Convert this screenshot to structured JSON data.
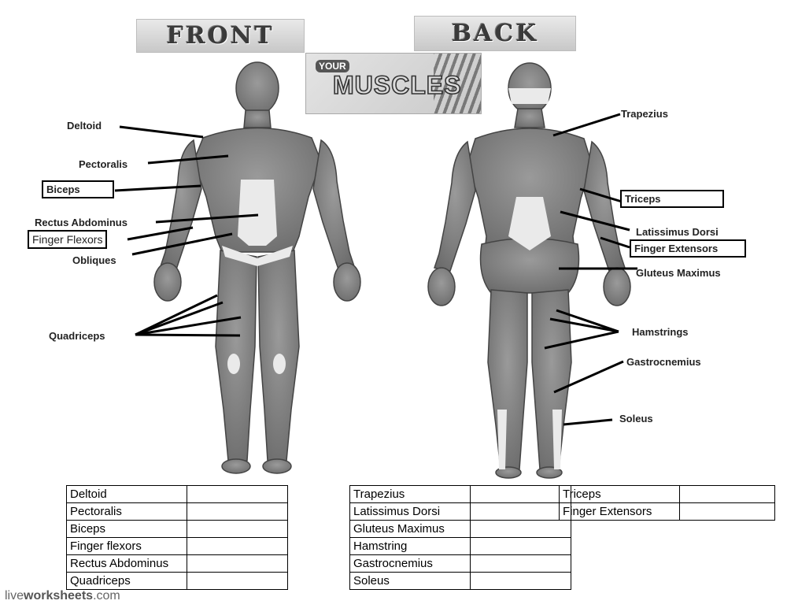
{
  "headings": {
    "front": "FRONT",
    "back": "BACK"
  },
  "logo": {
    "line1": "YOUR",
    "line2": "MUSCLES"
  },
  "front_labels": {
    "deltoid": "Deltoid",
    "pectoralis": "Pectoralis",
    "biceps": "Biceps",
    "rectus": "Rectus Abdominus",
    "finger_flexors": "Finger Flexors",
    "obliques": "Obliques",
    "quadriceps": "Quadriceps"
  },
  "back_labels": {
    "trapezius": "Trapezius",
    "triceps": "Triceps",
    "latissimus": "Latissimus Dorsi",
    "finger_extensors": "Finger Extensors",
    "gluteus": "Gluteus Maximus",
    "hamstrings": "Hamstrings",
    "gastrocnemius": "Gastrocnemius",
    "soleus": "Soleus"
  },
  "tables": {
    "t1": [
      "Deltoid",
      "Pectoralis",
      "Biceps",
      "Finger flexors",
      "Rectus Abdominus",
      "Quadriceps"
    ],
    "t2": [
      "Trapezius",
      "Latissimus Dorsi",
      "Gluteus Maximus",
      "Hamstring",
      "Gastrocnemius",
      "Soleus"
    ],
    "t3": [
      "Triceps",
      "Finger Extensors"
    ]
  },
  "footer": {
    "prefix": "live",
    "brand": "worksheets",
    "suffix": ".com"
  }
}
